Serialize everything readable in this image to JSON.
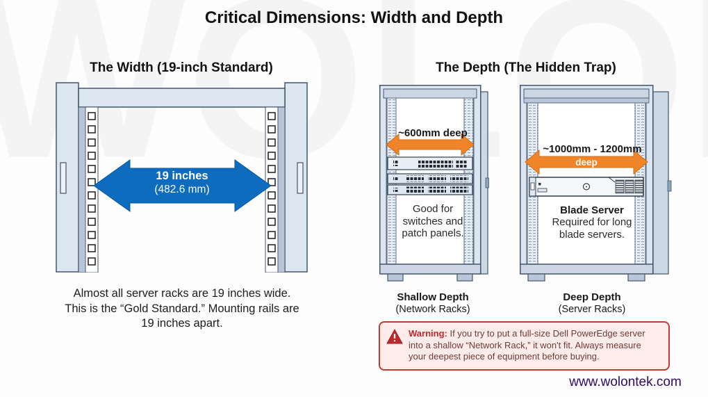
{
  "page": {
    "title": "Critical Dimensions: Width and Depth",
    "watermark": "WOLON",
    "website": "www.wolontek.com"
  },
  "width_section": {
    "heading": "The Width (19-inch Standard)",
    "arrow": {
      "line1": "19 inches",
      "line2": "(482.6 mm)",
      "color": "#0e6cbe"
    },
    "caption": "Almost all server racks are 19 inches wide.\nThis is the “Gold Standard.” Mounting rails are\n19 inches apart."
  },
  "depth_section": {
    "heading": "The Depth (The Hidden Trap)",
    "arrow_color": "#f08428",
    "shallow_rack": {
      "depth_label": "~600mm deep",
      "note": "Good for\nswitches and\npatch panels.",
      "label": "Shallow Depth",
      "sublabel": "(Network Racks)"
    },
    "deep_rack": {
      "depth_label": "~1000mm - 1200mm",
      "arrow_word": "deep",
      "note_title": "Blade Server",
      "note_body": "Required for long\nblade servers.",
      "label": "Deep Depth",
      "sublabel": "(Server Racks)"
    }
  },
  "warning": {
    "icon": "warning-triangle-icon",
    "label": "Warning:",
    "line1": "If you try to put a full-size Dell PowerEdge server",
    "line2": "into a shallow “Network Rack,” it won't fit. Always measure",
    "line3": "your deepest piece of equipment before buying.",
    "border_color": "#c23b33",
    "background_color": "#fdecea",
    "text_color": "#6e3a36"
  }
}
